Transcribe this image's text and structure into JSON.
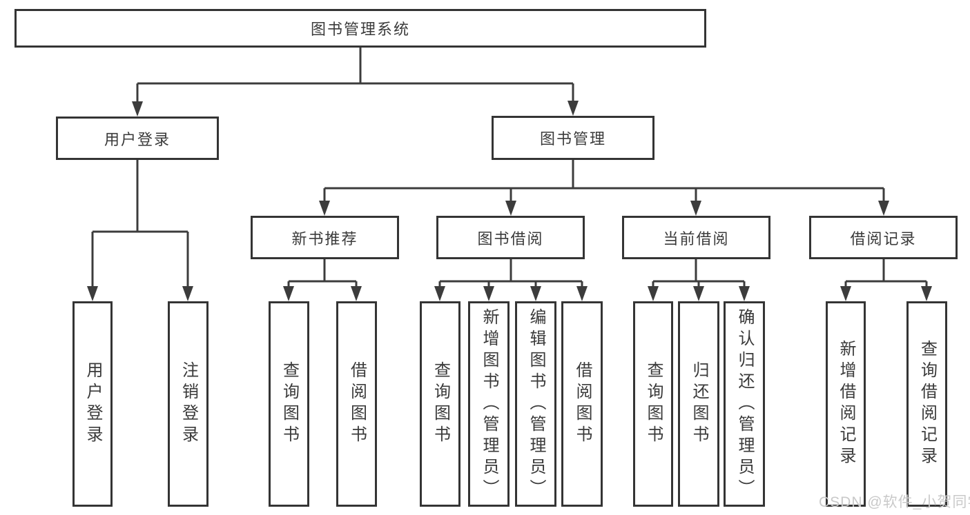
{
  "title": "图书管理系统",
  "watermark": "CSDN @软件_小贺同学",
  "colors": {
    "line": "#3c3c3c",
    "box_border": "#343434",
    "box_fill": "#ffffff",
    "text": "#3a3a3a",
    "watermark": "#c9c9c9",
    "background": "#ffffff"
  },
  "tree": {
    "root": {
      "label": "图书管理系统"
    },
    "children": [
      {
        "label": "用户登录",
        "children": [
          {
            "label": "用户登录"
          },
          {
            "label": "注销登录"
          }
        ]
      },
      {
        "label": "图书管理",
        "children": [
          {
            "label": "新书推荐",
            "children": [
              {
                "label": "查询图书"
              },
              {
                "label": "借阅图书"
              }
            ]
          },
          {
            "label": "图书借阅",
            "children": [
              {
                "label": "查询图书"
              },
              {
                "label": "新增图书（管理员）"
              },
              {
                "label": "编辑图书（管理员）"
              },
              {
                "label": "借阅图书"
              }
            ]
          },
          {
            "label": "当前借阅",
            "children": [
              {
                "label": "查询图书"
              },
              {
                "label": "归还图书"
              },
              {
                "label": "确认归还（管理员）"
              }
            ]
          },
          {
            "label": "借阅记录",
            "children": [
              {
                "label": "新增借阅记录"
              },
              {
                "label": "查询借阅记录"
              }
            ]
          }
        ]
      }
    ]
  }
}
